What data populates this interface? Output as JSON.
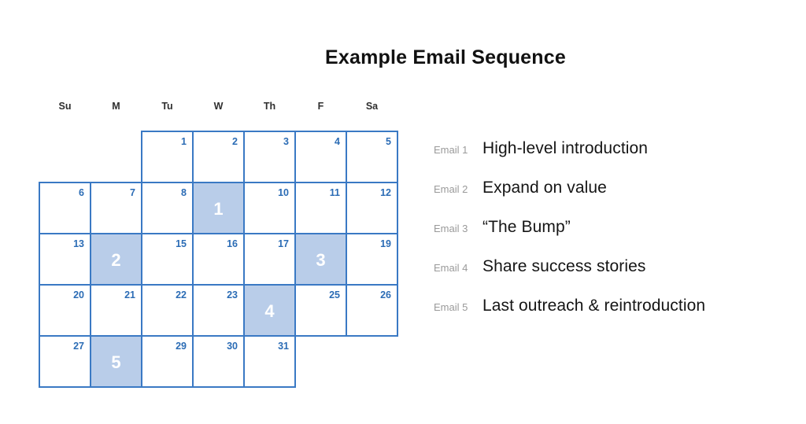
{
  "title": "Example Email Sequence",
  "colors": {
    "grid_border": "#3a79c4",
    "day_number": "#2b6cb5",
    "highlight_fill": "#b9cde9",
    "highlight_text": "#ffffff",
    "weekday_label": "#2f2f2f",
    "legend_tag": "#9a9a9a",
    "legend_desc": "#151515",
    "background": "#ffffff"
  },
  "calendar": {
    "weekdays": [
      "Su",
      "M",
      "Tu",
      "W",
      "Th",
      "F",
      "Sa"
    ],
    "weeks": [
      [
        {
          "type": "empty"
        },
        {
          "type": "empty"
        },
        {
          "type": "day",
          "date": "1"
        },
        {
          "type": "day",
          "date": "2"
        },
        {
          "type": "day",
          "date": "3"
        },
        {
          "type": "day",
          "date": "4"
        },
        {
          "type": "day",
          "date": "5"
        }
      ],
      [
        {
          "type": "day",
          "date": "6"
        },
        {
          "type": "day",
          "date": "7"
        },
        {
          "type": "day",
          "date": "8"
        },
        {
          "type": "highlight",
          "email": "1"
        },
        {
          "type": "day",
          "date": "10"
        },
        {
          "type": "day",
          "date": "11"
        },
        {
          "type": "day",
          "date": "12"
        }
      ],
      [
        {
          "type": "day",
          "date": "13"
        },
        {
          "type": "highlight",
          "email": "2"
        },
        {
          "type": "day",
          "date": "15"
        },
        {
          "type": "day",
          "date": "16"
        },
        {
          "type": "day",
          "date": "17"
        },
        {
          "type": "highlight",
          "email": "3"
        },
        {
          "type": "day",
          "date": "19"
        }
      ],
      [
        {
          "type": "day",
          "date": "20"
        },
        {
          "type": "day",
          "date": "21"
        },
        {
          "type": "day",
          "date": "22"
        },
        {
          "type": "day",
          "date": "23"
        },
        {
          "type": "highlight",
          "email": "4"
        },
        {
          "type": "day",
          "date": "25"
        },
        {
          "type": "day",
          "date": "26"
        }
      ],
      [
        {
          "type": "day",
          "date": "27"
        },
        {
          "type": "highlight",
          "email": "5"
        },
        {
          "type": "day",
          "date": "29"
        },
        {
          "type": "day",
          "date": "30"
        },
        {
          "type": "day",
          "date": "31"
        },
        {
          "type": "empty"
        },
        {
          "type": "empty"
        }
      ]
    ]
  },
  "legend": {
    "items": [
      {
        "tag": "Email 1",
        "description": "High-level introduction"
      },
      {
        "tag": "Email 2",
        "description": "Expand on value"
      },
      {
        "tag": "Email 3",
        "description": "“The Bump”"
      },
      {
        "tag": "Email 4",
        "description": "Share success stories"
      },
      {
        "tag": "Email 5",
        "description": "Last outreach & reintroduction"
      }
    ]
  }
}
